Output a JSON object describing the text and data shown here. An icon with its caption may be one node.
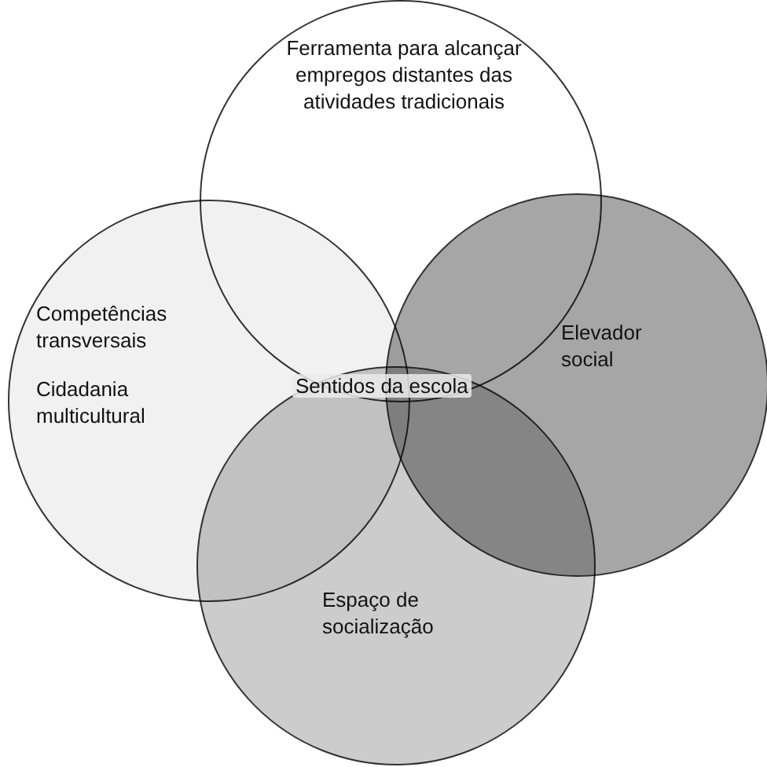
{
  "diagram": {
    "nodes": [
      {
        "text": [
          "Ferramenta para alcançar empregos distantes das atividades tradicionais"
        ]
      },
      {
        "text": [
          "Competências transversais",
          "Cidadania multicultural"
        ]
      },
      {
        "text": [
          "Elevador social"
        ]
      },
      {
        "text": [
          "Espaço de socialização"
        ]
      }
    ],
    "edges": [],
    "labels": [
      "Sentidos da escola"
    ]
  }
}
